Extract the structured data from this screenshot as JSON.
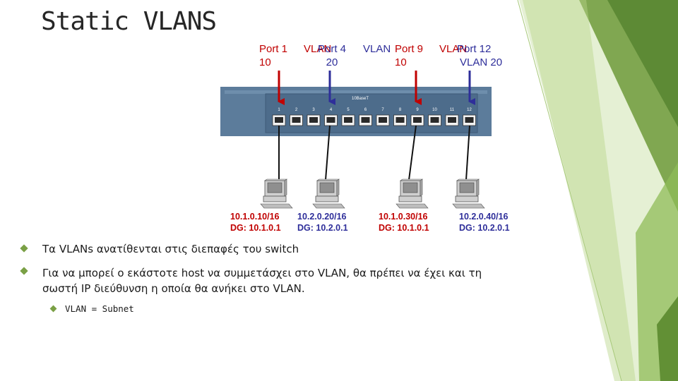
{
  "slide": {
    "title": "Static VLANS",
    "ports": [
      {
        "port": "Port 1",
        "vlan": "10",
        "color": "#c00000"
      },
      {
        "port": "Port 4",
        "vlan_prefix": "VLAN",
        "vlan": "20",
        "color": "#2e2e9a"
      },
      {
        "port": "Port 9",
        "vlan_prefix": "VLAN",
        "vlan": "10",
        "color": "#c00000"
      },
      {
        "port": "Port 12",
        "vlan_prefix": "VLAN",
        "vlan": "VLAN 20",
        "color": "#2e2e9a"
      }
    ],
    "switch": {
      "model": "10BaseT",
      "port_numbers": [
        "1",
        "2",
        "3",
        "4",
        "5",
        "6",
        "7",
        "8",
        "9",
        "10",
        "11",
        "12"
      ]
    },
    "hosts": [
      {
        "ip": "10.1.0.10/16",
        "dg": "DG: 10.1.0.1"
      },
      {
        "ip": "10.2.0.20/16",
        "dg": "DG: 10.2.0.1"
      },
      {
        "ip": "10.1.0.30/16",
        "dg": "DG: 10.1.0.1"
      },
      {
        "ip": "10.2.0.40/16",
        "dg": "DG: 10.2.0.1"
      }
    ],
    "bullets": [
      "Τα VLANs ανατίθενται στις διεπαφές του switch",
      "Για να μπορεί ο εκάστοτε host να συμμετάσχει στο VLAN, θα πρέπει να έχει και τη σωστή IP διεύθυνση η οποία θα ανήκει στο VLAN."
    ],
    "sub_bullets": [
      "VLAN = Subnet"
    ],
    "colors": {
      "accent": "#7aa045",
      "red": "#c00000",
      "blue": "#2e2e9a",
      "switch": "#5a7a9a"
    }
  }
}
